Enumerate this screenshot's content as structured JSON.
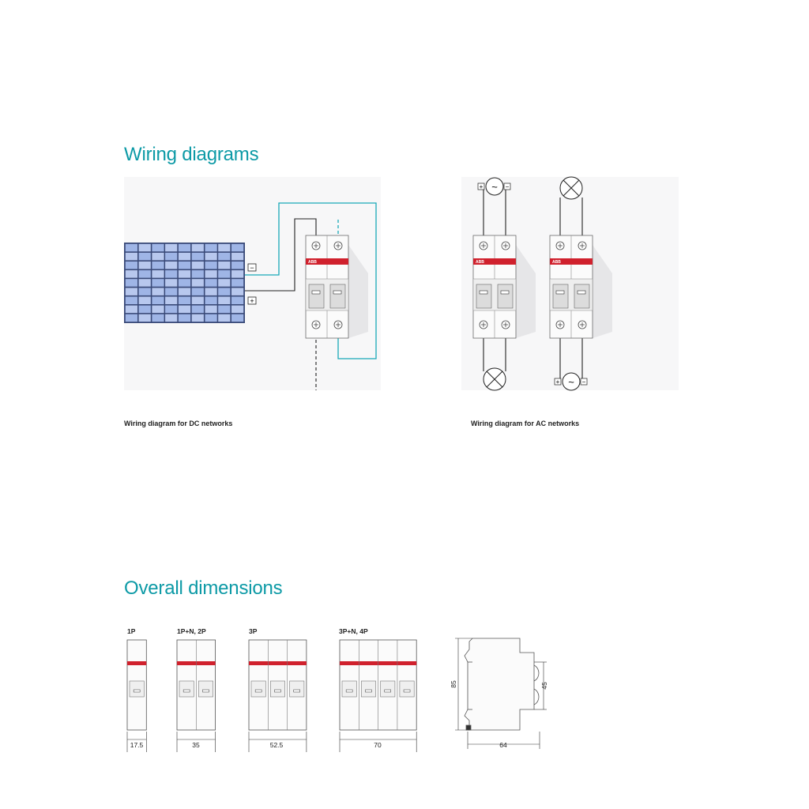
{
  "wiring": {
    "title": "Wiring diagrams",
    "dc_caption": "Wiring diagram for DC networks",
    "ac_caption": "Wiring diagram for AC networks",
    "minus_sign": "−",
    "plus_sign": "+",
    "ac_symbol": "~",
    "brand": "ABB"
  },
  "dimensions": {
    "title": "Overall dimensions",
    "variants": [
      {
        "label": "1P",
        "width": "17.5"
      },
      {
        "label": "1P+N, 2P",
        "width": "35"
      },
      {
        "label": "3P",
        "width": "52.5"
      },
      {
        "label": "3P+N, 4P",
        "width": "70"
      }
    ],
    "side": {
      "depth": "64",
      "height": "85",
      "front_height": "45"
    }
  },
  "colors": {
    "accent": "#0d9aa6",
    "abb_red": "#d0212d",
    "panel_blue": "#9fb5e6",
    "wire_teal": "#1aa8b8"
  }
}
